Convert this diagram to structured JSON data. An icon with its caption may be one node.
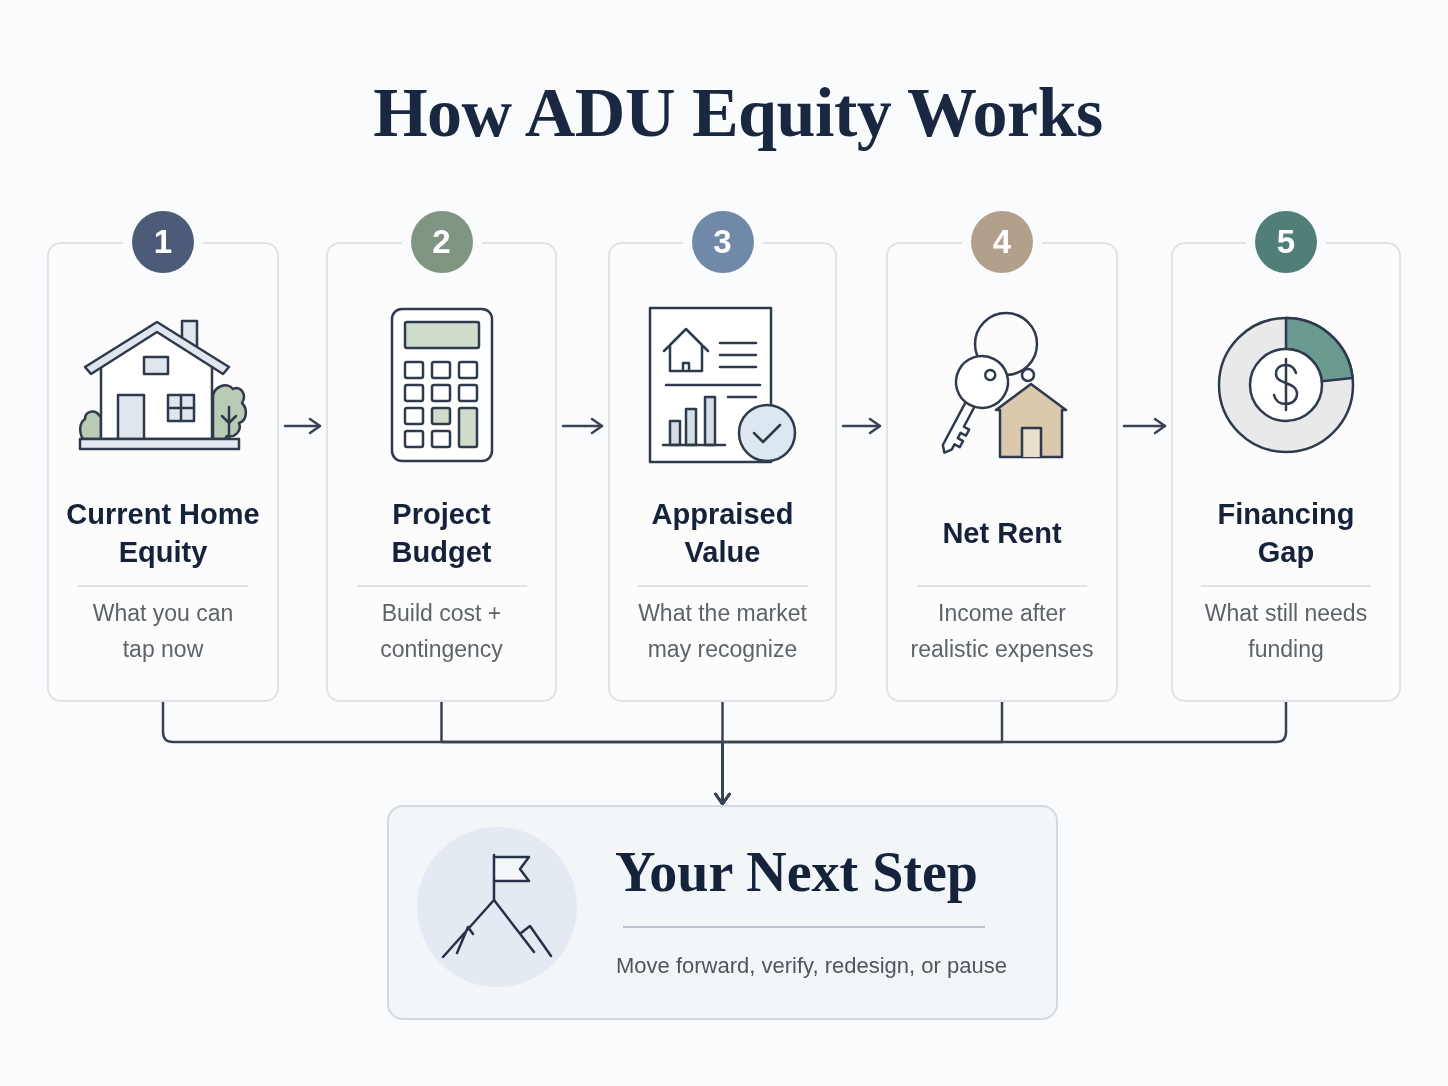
{
  "diagram": {
    "title": "How ADU Equity Works",
    "nodes": [
      {
        "text": [
          "1",
          "Current Home Equity",
          "What you can tap now"
        ]
      },
      {
        "text": [
          "2",
          "Project Budget",
          "Build cost + contingency"
        ]
      },
      {
        "text": [
          "3",
          "Appraised Value",
          "What the market may recognize"
        ]
      },
      {
        "text": [
          "4",
          "Net Rent",
          "Income after realistic expenses"
        ]
      },
      {
        "text": [
          "5",
          "Financing Gap",
          "What still needs funding"
        ]
      },
      {
        "text": [
          "Your Next Step",
          "Move forward, verify, redesign, or pause"
        ]
      }
    ],
    "edges": [
      {
        "from": 0,
        "to": 1,
        "arrow": "to"
      },
      {
        "from": 1,
        "to": 2,
        "arrow": "to"
      },
      {
        "from": 2,
        "to": 3,
        "arrow": "to"
      },
      {
        "from": 3,
        "to": 4,
        "arrow": "to"
      },
      {
        "from": 0,
        "to": 5,
        "arrow": "to"
      },
      {
        "from": 1,
        "to": 5,
        "arrow": "to"
      },
      {
        "from": 2,
        "to": 5,
        "arrow": "to"
      },
      {
        "from": 3,
        "to": 5,
        "arrow": "to"
      },
      {
        "from": 4,
        "to": 5,
        "arrow": "to"
      }
    ]
  }
}
